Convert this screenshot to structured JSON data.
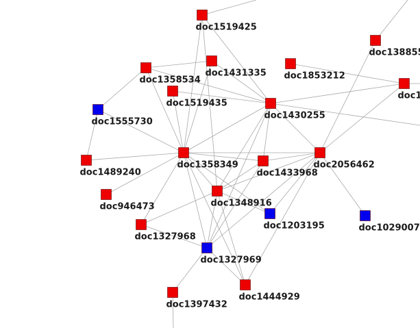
{
  "colors": {
    "red": "#ee0000",
    "blue": "#0000ee"
  },
  "nodes": [
    {
      "id": "doc1519425",
      "color": "red"
    },
    {
      "id": "doc1358534",
      "color": "red"
    },
    {
      "id": "doc1431335",
      "color": "red"
    },
    {
      "id": "doc1853212",
      "color": "red"
    },
    {
      "id": "doc138855",
      "color": "red"
    },
    {
      "id": "doc1",
      "color": "red"
    },
    {
      "id": "doc1519435",
      "color": "red"
    },
    {
      "id": "doc1430255",
      "color": "red"
    },
    {
      "id": "doc1555730",
      "color": "blue"
    },
    {
      "id": "doc1489240",
      "color": "red"
    },
    {
      "id": "doc1358349",
      "color": "red"
    },
    {
      "id": "doc1433968",
      "color": "red"
    },
    {
      "id": "doc2056462",
      "color": "red"
    },
    {
      "id": "doc946473",
      "color": "red"
    },
    {
      "id": "doc1348916",
      "color": "red"
    },
    {
      "id": "doc1203195",
      "color": "blue"
    },
    {
      "id": "doc1029007",
      "color": "blue"
    },
    {
      "id": "doc1327968",
      "color": "red"
    },
    {
      "id": "doc1327969",
      "color": "blue"
    },
    {
      "id": "doc1444929",
      "color": "red"
    },
    {
      "id": "doc1397432",
      "color": "red"
    }
  ],
  "edges": [
    [
      "doc1519425",
      "doc1358349"
    ],
    [
      "doc1519425",
      "doc1430255"
    ],
    [
      "doc1519425",
      "doc1348916"
    ],
    [
      "doc1358534",
      "doc1431335"
    ],
    [
      "doc1358534",
      "doc1430255"
    ],
    [
      "doc1358534",
      "doc1358349"
    ],
    [
      "doc1358534",
      "doc1555730"
    ],
    [
      "doc1431335",
      "doc1430255"
    ],
    [
      "doc1431335",
      "doc1358349"
    ],
    [
      "doc1519435",
      "doc1430255"
    ],
    [
      "doc1519435",
      "doc1358349"
    ],
    [
      "doc1853212",
      "doc1"
    ],
    [
      "doc138855",
      "doc2056462"
    ],
    [
      "doc1430255",
      "doc1358349"
    ],
    [
      "doc1430255",
      "doc1433968"
    ],
    [
      "doc1430255",
      "doc1348916"
    ],
    [
      "doc1430255",
      "doc1327969"
    ],
    [
      "doc1430255",
      "doc1"
    ],
    [
      "doc1430255",
      "doc2056462"
    ],
    [
      "doc1555730",
      "doc1358349"
    ],
    [
      "doc1555730",
      "doc1489240"
    ],
    [
      "doc1489240",
      "doc1358349"
    ],
    [
      "doc1358349",
      "doc2056462"
    ],
    [
      "doc1358349",
      "doc1433968"
    ],
    [
      "doc1358349",
      "doc1348916"
    ],
    [
      "doc1358349",
      "doc946473"
    ],
    [
      "doc1358349",
      "doc1327968"
    ],
    [
      "doc1358349",
      "doc1327969"
    ],
    [
      "doc1358349",
      "doc1444929"
    ],
    [
      "doc1358349",
      "doc1203195"
    ],
    [
      "doc1433968",
      "doc2056462"
    ],
    [
      "doc1433968",
      "doc1348916"
    ],
    [
      "doc1433968",
      "doc1327969"
    ],
    [
      "doc2056462",
      "doc1029007"
    ],
    [
      "doc2056462",
      "doc1348916"
    ],
    [
      "doc2056462",
      "doc1327969"
    ],
    [
      "doc2056462",
      "doc1444929"
    ],
    [
      "doc2056462",
      "doc1203195"
    ],
    [
      "doc2056462",
      "doc1"
    ],
    [
      "doc1348916",
      "doc1327968"
    ],
    [
      "doc1348916",
      "doc1327969"
    ],
    [
      "doc1348916",
      "doc1444929"
    ],
    [
      "doc1348916",
      "doc1203195"
    ],
    [
      "doc1327968",
      "doc1327969"
    ],
    [
      "doc1327969",
      "doc1444929"
    ],
    [
      "doc1327969",
      "doc1397432"
    ]
  ]
}
